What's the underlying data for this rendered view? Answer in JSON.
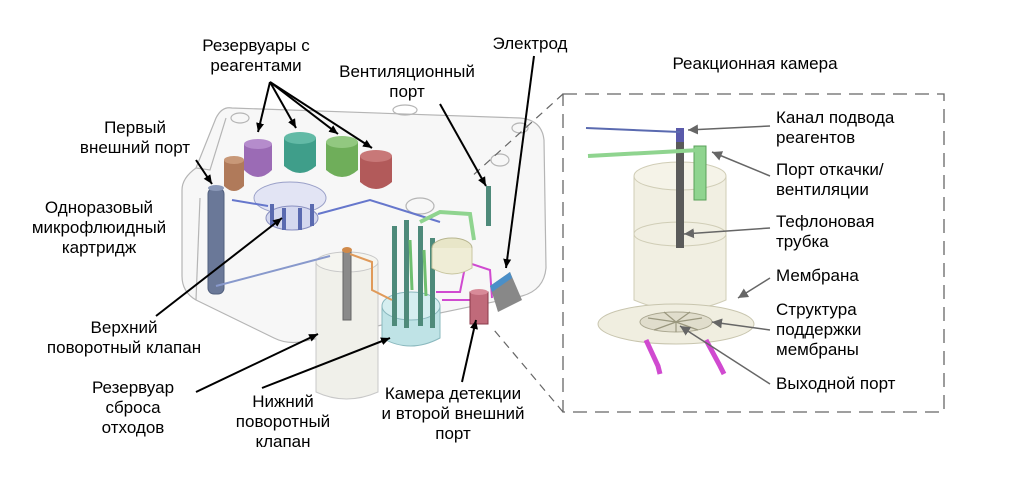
{
  "labels": {
    "reagent_reservoirs": "Резервуары с\nреагентами",
    "electrode": "Электрод",
    "reaction_chamber": "Реакционная камера",
    "vent_port": "Вентиляционный\nпорт",
    "first_external_port": "Первый\nвнешний порт",
    "cartridge": "Одноразовый\nмикрофлюидный\nкартридж",
    "upper_valve": "Верхний\nповоротный клапан",
    "waste_reservoir": "Резервуар\nсброса\nотходов",
    "lower_valve": "Нижний\nповоротный\nклапан",
    "detection_chamber": "Камера детекции\nи второй внешний\nпорт",
    "reagent_channel": "Канал подвода\nреагентов",
    "pump_port": "Порт откачки/\nвентиляции",
    "teflon_tube": "Тефлоновая\nтрубка",
    "membrane": "Мембрана",
    "membrane_support": "Структура\nподдержки\nмембраны",
    "outlet_port": "Выходной порт"
  },
  "colors": {
    "reservoir_brown": "#b07a5a",
    "reservoir_purple": "#9b6bb5",
    "reservoir_teal": "#3f9e8a",
    "reservoir_green": "#6fae5a",
    "reservoir_red": "#b25a5a",
    "channel_purple": "#d04ad0",
    "channel_green": "#8fd48f",
    "channel_blue": "#6677cc",
    "electrode_blue": "#4a8fc8"
  }
}
